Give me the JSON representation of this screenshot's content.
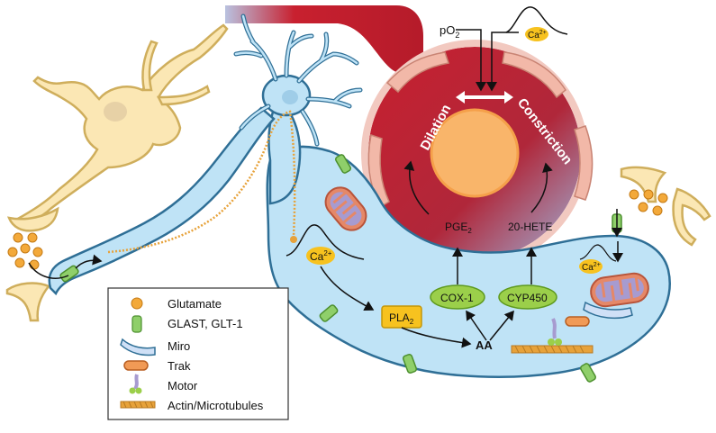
{
  "colors": {
    "neuron": "#fbe7b4",
    "neuron_stroke": "#cfae5c",
    "astrocyte": "#bfe3f6",
    "astrocyte_stroke": "#2f6f96",
    "vessel": "#c8202f",
    "lumen": "#f9b56a",
    "smooth_muscle": "#f2b8a8",
    "glast": "#8fcf6a",
    "enzyme": "#9bcf4a",
    "pla2": "#f7c21f",
    "mito": "#e58868"
  },
  "labels": {
    "dilation": "Dilation",
    "constriction": "Constriction",
    "po2_base": "pO",
    "po2_sub": "2",
    "ca_top_base": "Ca",
    "ca_top_sup": "2+",
    "ca_left_base": "Ca",
    "ca_left_sup": "2+",
    "ca_right_base": "Ca",
    "ca_right_sup": "2+",
    "pge2_base": "PGE",
    "pge2_sub": "2",
    "hete": "20-HETE",
    "cox1": "COX-1",
    "cyp450": "CYP450",
    "pla2_base": "PLA",
    "pla2_sub": "2",
    "aa": "AA"
  },
  "legend": {
    "items": [
      {
        "icon": "glutamate-icon",
        "label": "Glutamate"
      },
      {
        "icon": "glast-icon",
        "label": "GLAST, GLT-1"
      },
      {
        "icon": "miro-icon",
        "label": "Miro"
      },
      {
        "icon": "trak-icon",
        "label": "Trak"
      },
      {
        "icon": "motor-icon",
        "label": "Motor"
      },
      {
        "icon": "actin-icon",
        "label": "Actin/Microtubules"
      }
    ]
  }
}
